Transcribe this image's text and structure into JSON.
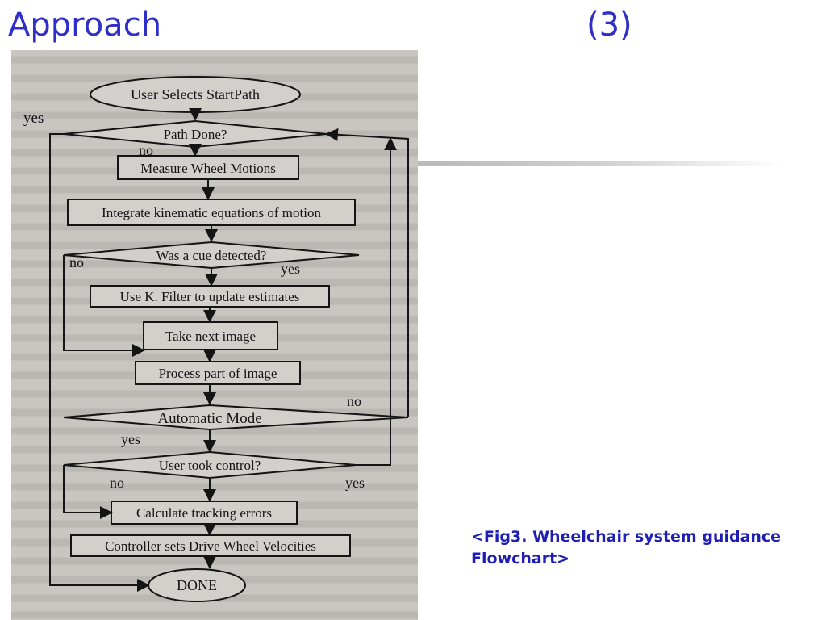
{
  "slide": {
    "title": "Approach",
    "slide_number": "(3)",
    "caption": "<Fig3. Wheelchair system guidance Flowchart>",
    "accent_color": "#2e2ec8"
  },
  "flowchart": {
    "start": "User Selects StartPath",
    "path_done": "Path Done?",
    "measure": "Measure Wheel Motions",
    "integrate": "Integrate kinematic equations of motion",
    "cue": "Was a cue detected?",
    "kfilter": "Use K. Filter to update estimates",
    "take_image": "Take next image",
    "process_image": "Process part of image",
    "auto_mode": "Automatic Mode",
    "user_control": "User took control?",
    "tracking": "Calculate tracking errors",
    "controller": "Controller sets Drive Wheel Velocities",
    "done": "DONE",
    "label_yes": "yes",
    "label_no": "no"
  }
}
